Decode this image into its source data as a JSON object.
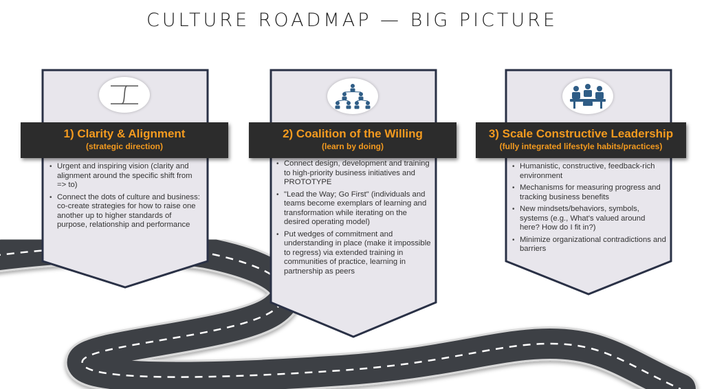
{
  "title": "CULTURE ROADMAP — BIG PICTURE",
  "colors": {
    "banner_bg": "#2c2c2c",
    "banner_text": "#f39a1f",
    "card_fill": "#e8e6ec",
    "card_border": "#2a3146",
    "road": "#3d3f45"
  },
  "cards": [
    {
      "heading": "1) Clarity & Alignment",
      "subheading": "(strategic direction)",
      "icon": "curve-icon",
      "bullets": [
        "Urgent and inspiring vision (clarity and alignment around the specific shift from => to)",
        "Connect the dots of culture and business: co-create strategies for how to raise one another up to higher standards of purpose, relationship and performance"
      ]
    },
    {
      "heading": "2) Coalition of the Willing",
      "subheading": "(learn by doing)",
      "icon": "people-network-icon",
      "bullets": [
        "Connect design, development and training to high-priority business initiatives and PROTOTYPE",
        "\"Lead the Way; Go First\" (individuals and teams become exemplars of learning and transformation while iterating on the desired operating model)",
        "Put wedges of commitment and understanding in place (make it impossible to regress) via extended training in communities of practice, learning in partnership as peers"
      ]
    },
    {
      "heading": "3) Scale Constructive Leadership",
      "subheading": "(fully integrated lifestyle habits/practices)",
      "icon": "meeting-icon",
      "bullets": [
        "Humanistic, constructive, feedback-rich environment",
        "Mechanisms for measuring progress and tracking business benefits",
        "New mindsets/behaviors, symbols, systems (e.g., What's valued around here? How do I fit in?)",
        "Minimize organizational contradictions and barriers"
      ]
    }
  ]
}
